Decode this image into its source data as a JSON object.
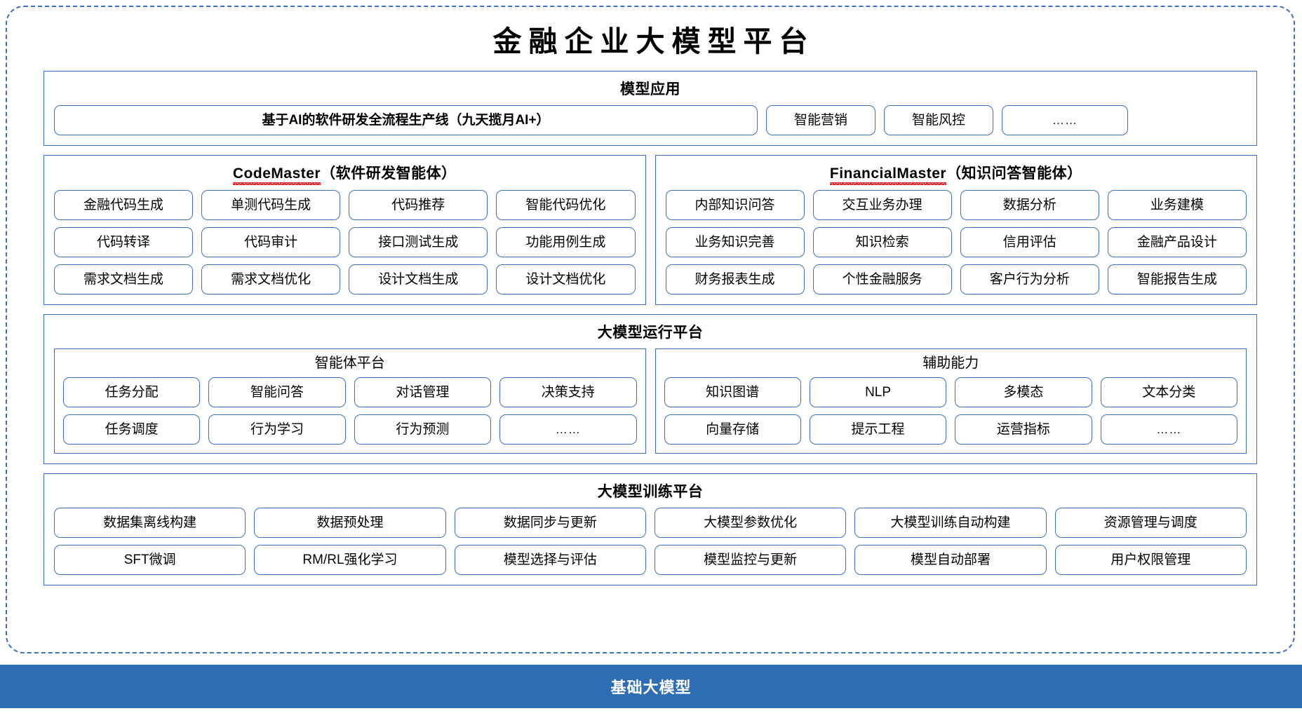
{
  "page": {
    "title": "金融企业大模型平台",
    "accent_color": "#3C6FC4",
    "base_bar_color": "#2E6DB4",
    "spellcheck_underline_color": "#E8000D"
  },
  "model_application": {
    "title": "模型应用",
    "items": [
      {
        "label": "基于AI的软件研发全流程生产线（九天揽月AI+）",
        "emphasis": "bold",
        "width": "wide"
      },
      {
        "label": "智能营销",
        "emphasis": "normal",
        "width": "small"
      },
      {
        "label": "智能风控",
        "emphasis": "normal",
        "width": "small"
      },
      {
        "label": "……",
        "emphasis": "normal",
        "width": "dots"
      }
    ]
  },
  "agents": [
    {
      "name_en": "CodeMaster",
      "name_cn": "（软件研发智能体）",
      "misspelled": true,
      "rows": [
        [
          "金融代码生成",
          "单测代码生成",
          "代码推荐",
          "智能代码优化"
        ],
        [
          "代码转译",
          "代码审计",
          "接口测试生成",
          "功能用例生成"
        ],
        [
          "需求文档生成",
          "需求文档优化",
          "设计文档生成",
          "设计文档优化"
        ]
      ]
    },
    {
      "name_en": "FinancialMaster",
      "name_cn": "（知识问答智能体）",
      "misspelled": true,
      "rows": [
        [
          "内部知识问答",
          "交互业务办理",
          "数据分析",
          "业务建模"
        ],
        [
          "业务知识完善",
          "知识检索",
          "信用评估",
          "金融产品设计"
        ],
        [
          "财务报表生成",
          "个性金融服务",
          "客户行为分析",
          "智能报告生成"
        ]
      ]
    }
  ],
  "runtime_platform": {
    "title": "大模型运行平台",
    "panels": [
      {
        "title": "智能体平台",
        "rows": [
          [
            "任务分配",
            "智能问答",
            "对话管理",
            "决策支持"
          ],
          [
            "任务调度",
            "行为学习",
            "行为预测",
            "……"
          ]
        ]
      },
      {
        "title": "辅助能力",
        "rows": [
          [
            "知识图谱",
            "NLP",
            "多模态",
            "文本分类"
          ],
          [
            "向量存储",
            "提示工程",
            "运营指标",
            "……"
          ]
        ]
      }
    ]
  },
  "training_platform": {
    "title": "大模型训练平台",
    "rows": [
      [
        "数据集离线构建",
        "数据预处理",
        "数据同步与更新",
        "大模型参数优化",
        "大模型训练自动构建",
        "资源管理与调度"
      ],
      [
        "SFT微调",
        "RM/RL强化学习",
        "模型选择与评估",
        "模型监控与更新",
        "模型自动部署",
        "用户权限管理"
      ]
    ]
  },
  "base_layer": {
    "label": "基础大模型"
  }
}
